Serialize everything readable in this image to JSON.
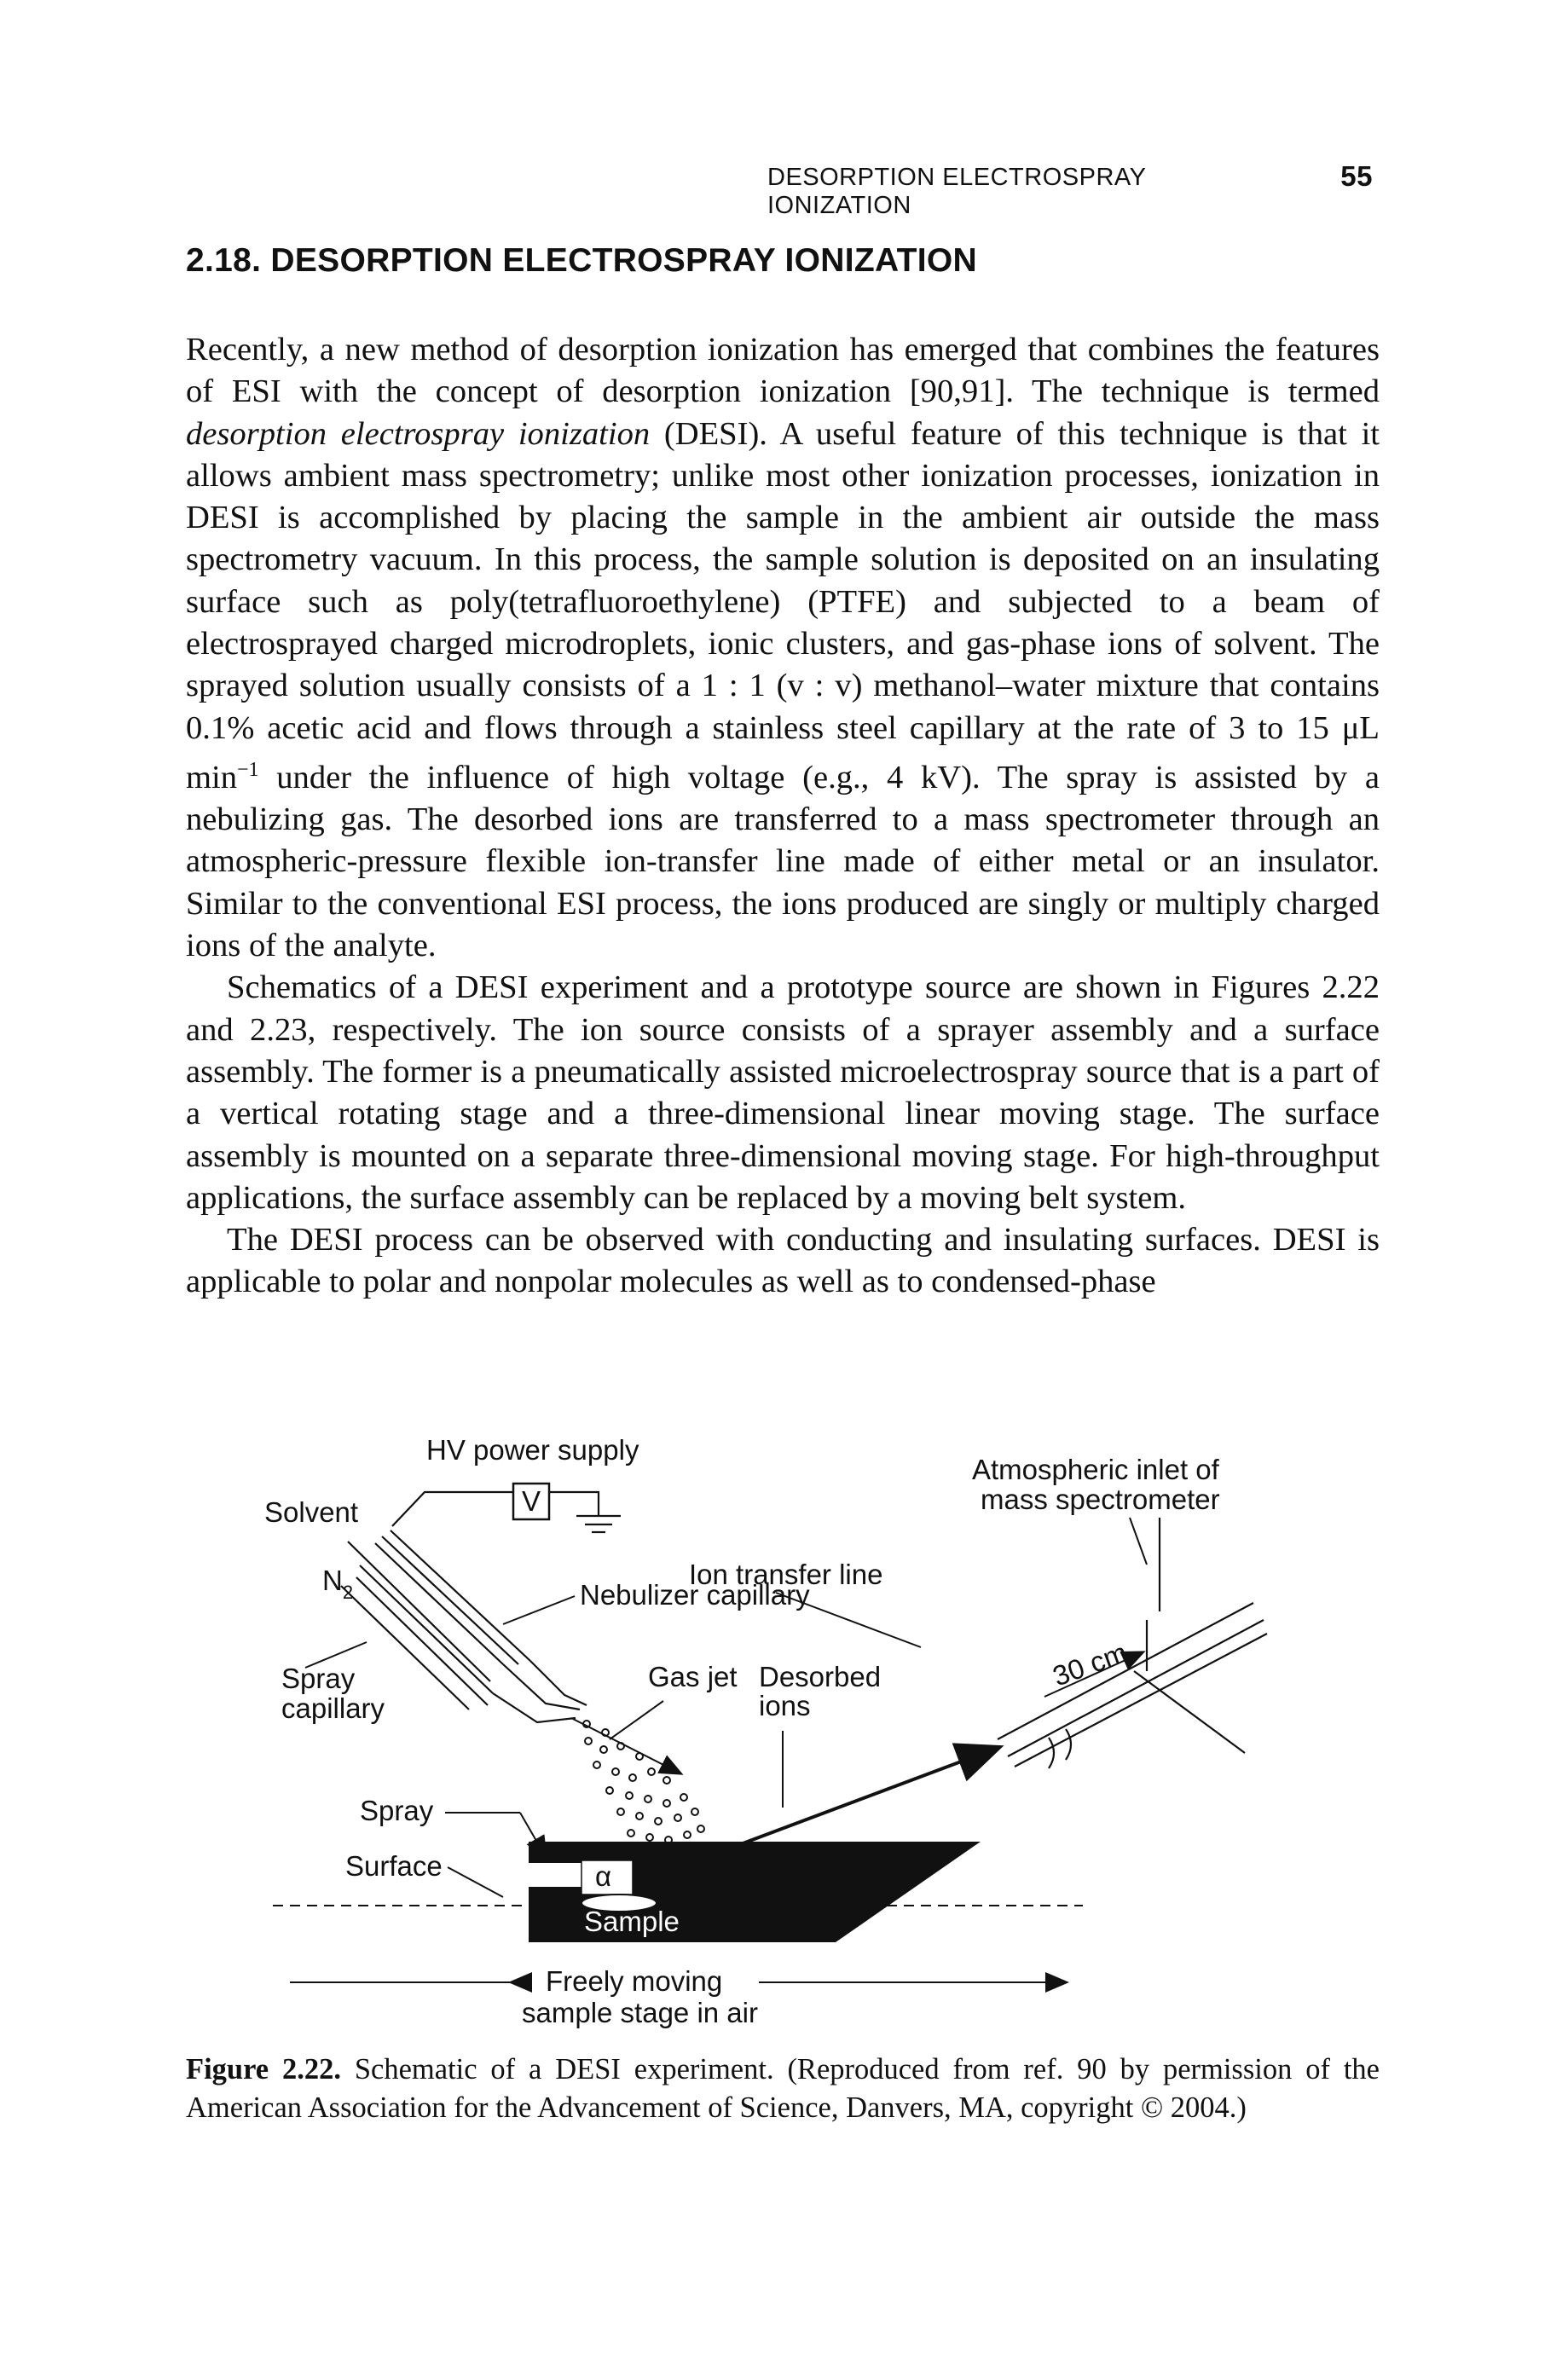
{
  "running_head": {
    "title": "DESORPTION ELECTROSPRAY IONIZATION",
    "page_number": "55"
  },
  "section": {
    "title": "2.18. DESORPTION ELECTROSPRAY IONIZATION"
  },
  "paragraphs": {
    "p1_a": "Recently, a new method of desorption ionization has emerged that combines the features of ESI with the concept of desorption ionization [90,91]. The technique is termed ",
    "p1_italic": "desorption electrospray ionization",
    "p1_b": " (DESI). A useful feature of this technique is that it allows ambient mass spectrometry; unlike most other ionization processes, ionization in DESI is accomplished by placing the sample in the ambient air outside the mass spectrometry vacuum. In this process, the sample solution is deposited on an insulating surface such as poly(tetrafluoroethylene) (PTFE) and subjected to a beam of electrosprayed charged microdroplets, ionic clusters, and gas-phase ions of solvent. The sprayed solution usually consists of a 1 : 1 (v : v) methanol–water mixture that contains 0.1% acetic acid and flows through a stainless steel capillary at the rate of 3 to 15 μL min",
    "p1_sup": "−1",
    "p1_c": " under the influence of high voltage (e.g., 4 kV). The spray is assisted by a nebulizing gas. The desorbed ions are transferred to a mass spectrometer through an atmospheric-pressure flexible ion-transfer line made of either metal or an insulator. Similar to the conventional ESI process, the ions produced are singly or multiply charged ions of the analyte.",
    "p2": "Schematics of a DESI experiment and a prototype source are shown in Figures 2.22 and 2.23, respectively. The ion source consists of a sprayer assembly and a surface assembly. The former is a pneumatically assisted microelectrospray source that is a part of a vertical rotating stage and a three-dimensional linear moving stage. The surface assembly is mounted on a separate three-dimensional moving stage. For high-throughput applications, the surface assembly can be replaced by a moving belt system.",
    "p3": "The DESI process can be observed with conducting and insulating surfaces. DESI is applicable to polar and nonpolar molecules as well as to condensed-phase"
  },
  "figure": {
    "labels": {
      "hv_power_supply": "HV power supply",
      "v_box": "V",
      "solvent": "Solvent",
      "n2": "N",
      "n2_sub": "2",
      "atmospheric_inlet_line1": "Atmospheric inlet of",
      "atmospheric_inlet_line2": "mass spectrometer",
      "ion_transfer_line": "Ion transfer line",
      "nebulizer_capillary": "Nebulizer capillary",
      "spray_capillary_line1": "Spray",
      "spray_capillary_line2": "capillary",
      "gas_jet": "Gas jet",
      "desorbed_ions_line1": "Desorbed",
      "desorbed_ions_line2": "ions",
      "distance": "30 cm",
      "spray": "Spray",
      "surface": "Surface",
      "alpha": "α",
      "sample": "Sample",
      "stage_line1": "Freely moving",
      "stage_line2": "sample stage in air"
    }
  },
  "caption": {
    "label": "Figure 2.22.",
    "text": " Schematic of a DESI experiment. (Reproduced from ref. 90 by permission of the American Association for the Advancement of Science, Danvers, MA, copyright © 2004.)"
  }
}
